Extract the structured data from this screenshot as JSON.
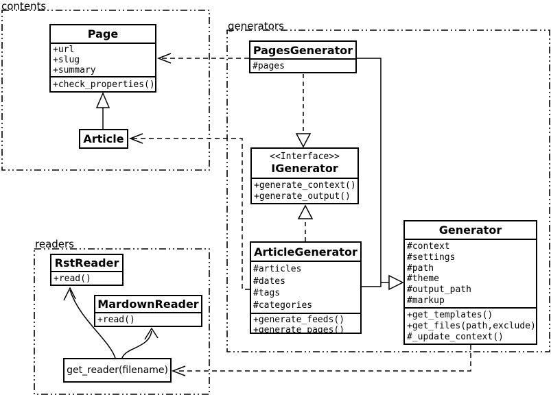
{
  "colors": {
    "line": "#000000",
    "background": "#ffffff",
    "text": "#000000"
  },
  "packages": {
    "contents": {
      "label": "contents"
    },
    "generators": {
      "label": "generators"
    },
    "readers": {
      "label": "readers"
    }
  },
  "classes": {
    "page": {
      "name": "Page",
      "attributes": [
        "+url",
        "+slug",
        "+summary"
      ],
      "methods": [
        "+check_properties()"
      ]
    },
    "article": {
      "name": "Article"
    },
    "pages_generator": {
      "name": "PagesGenerator",
      "attributes": [
        "#pages"
      ]
    },
    "igenerator": {
      "stereotype": "<<Interface>>",
      "name": "IGenerator",
      "methods": [
        "+generate_context()",
        "+generate_output()"
      ]
    },
    "article_generator": {
      "name": "ArticleGenerator",
      "attributes": [
        "#articles",
        "#dates",
        "#tags",
        "#categories"
      ],
      "methods": [
        "+generate_feeds()",
        "+generate_pages()"
      ]
    },
    "generator": {
      "name": "Generator",
      "attributes": [
        "#context",
        "#settings",
        "#path",
        "#theme",
        "#output_path",
        "#markup"
      ],
      "methods": [
        "+get_templates()",
        "+get_files(path,exclude)",
        "#_update_context()"
      ]
    },
    "rst_reader": {
      "name": "RstReader",
      "methods": [
        "+read()"
      ]
    },
    "mardown_reader": {
      "name": "MardownReader",
      "methods": [
        "+read()"
      ]
    },
    "get_reader": {
      "name": "get_reader(filename)"
    }
  },
  "relationships": [
    {
      "from": "Article",
      "to": "Page",
      "type": "inheritance"
    },
    {
      "from": "PagesGenerator",
      "to": "Page",
      "type": "dependency"
    },
    {
      "from": "ArticleGenerator",
      "to": "Article",
      "type": "dependency"
    },
    {
      "from": "PagesGenerator",
      "to": "IGenerator",
      "type": "realization"
    },
    {
      "from": "ArticleGenerator",
      "to": "IGenerator",
      "type": "realization"
    },
    {
      "from": "PagesGenerator",
      "to": "Generator",
      "type": "inheritance"
    },
    {
      "from": "ArticleGenerator",
      "to": "Generator",
      "type": "inheritance"
    },
    {
      "from": "Generator",
      "to": "get_reader(filename)",
      "type": "dependency"
    },
    {
      "from": "get_reader(filename)",
      "to": "RstReader",
      "type": "call"
    },
    {
      "from": "get_reader(filename)",
      "to": "MardownReader",
      "type": "call"
    }
  ]
}
